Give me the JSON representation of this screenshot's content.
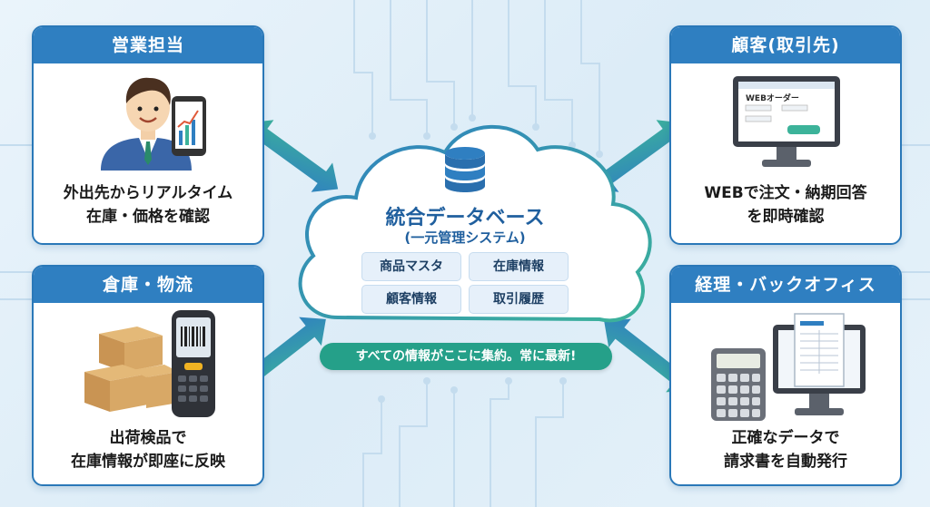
{
  "center": {
    "title": "統合データベース",
    "subtitle": "(一元管理システム)",
    "chips": [
      "商品マスタ",
      "在庫情報",
      "顧客情報",
      "取引履歴"
    ],
    "banner": "すべての情報がここに集約。常に最新!"
  },
  "cards": {
    "sales": {
      "title": "営業担当",
      "lines": [
        "外出先からリアルタイム",
        "在庫・価格を確認"
      ]
    },
    "customer": {
      "title": "顧客(取引先)",
      "lines": [
        "WEBで注文・納期回答",
        "を即時確認"
      ],
      "screen_title": "WEBオーダー"
    },
    "warehouse": {
      "title": "倉庫・物流",
      "lines": [
        "出荷検品で",
        "在庫情報が即座に反映"
      ]
    },
    "accounting": {
      "title": "経理・バックオフィス",
      "lines": [
        "正確なデータで",
        "請求書を自動発行"
      ]
    }
  },
  "colors": {
    "card_header": "#2f7fc1",
    "card_border": "#2a78b8",
    "arrow_gradient_start": "#3cb39a",
    "arrow_gradient_end": "#2f7fc1",
    "banner": "#25a089",
    "title_text": "#1f5f9e"
  },
  "icons": [
    "database-icon",
    "smartphone-icon",
    "monitor-icon",
    "barcode-scanner-icon",
    "boxes-icon",
    "calculator-icon",
    "invoice-icon"
  ]
}
